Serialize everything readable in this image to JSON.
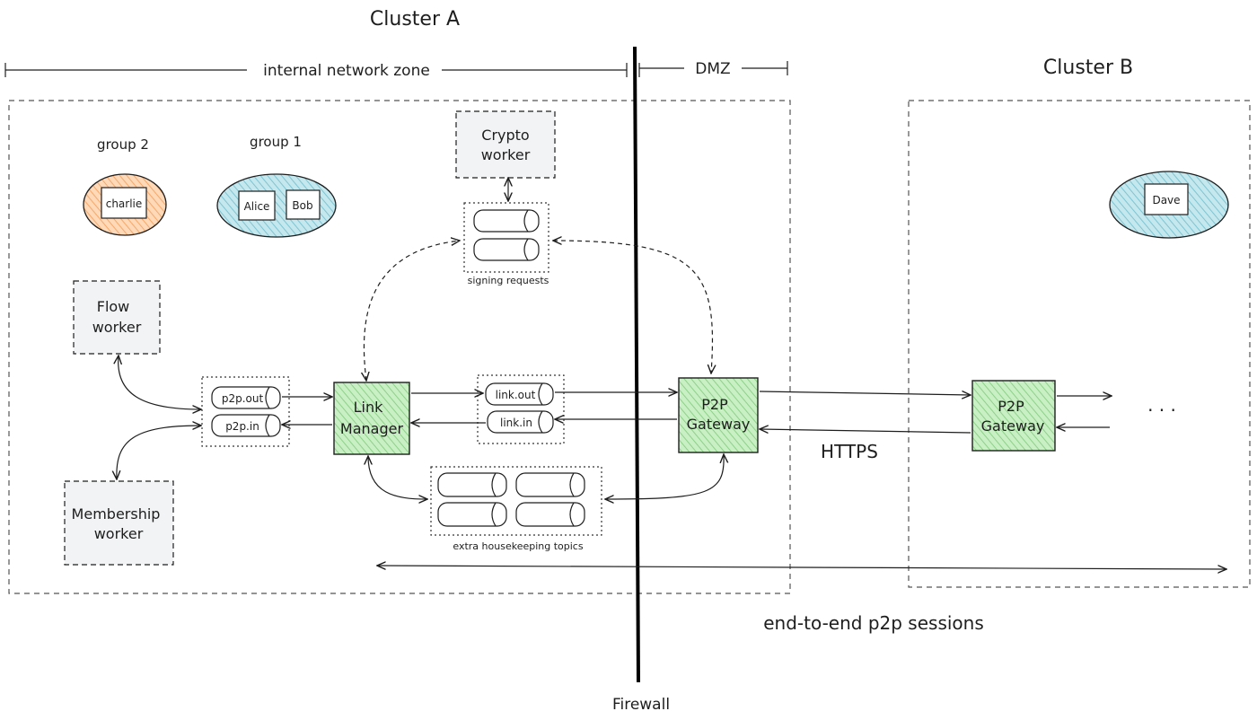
{
  "titles": {
    "cluster_a": "Cluster A",
    "cluster_b": "Cluster B"
  },
  "zones": {
    "internal": "internal network zone",
    "dmz": "DMZ",
    "firewall": "Firewall"
  },
  "groups": {
    "group2_label": "group 2",
    "group1_label": "group 1",
    "charlie": "charlie",
    "alice": "Alice",
    "bob": "Bob",
    "dave": "Dave"
  },
  "workers": {
    "crypto_line1": "Crypto",
    "crypto_line2": "worker",
    "flow_line1": "Flow",
    "flow_line2": "worker",
    "membership_line1": "Membership",
    "membership_line2": "worker"
  },
  "components": {
    "link_manager_line1": "Link",
    "link_manager_line2": "Manager",
    "gateway_a_line1": "P2P",
    "gateway_a_line2": "Gateway",
    "gateway_b_line1": "P2P",
    "gateway_b_line2": "Gateway"
  },
  "topics": {
    "p2p_out": "p2p.out",
    "p2p_in": "p2p.in",
    "link_out": "link.out",
    "link_in": "link.in",
    "signing_requests": "signing requests",
    "housekeeping": "extra housekeeping topics"
  },
  "labels": {
    "https": "HTTPS",
    "sessions": "end-to-end p2p sessions",
    "ellipsis": ". . ."
  },
  "colors": {
    "green": "#b2f2bb",
    "blue": "#a5d8e6",
    "orange": "#ffc59a",
    "worker_fill": "#f1f3f5"
  }
}
